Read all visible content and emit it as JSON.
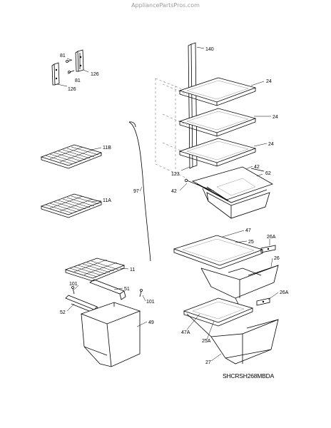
{
  "site": "AppliancePartsPros.com",
  "model_code": "SHCRSH268MBDA",
  "labels": {
    "l81a": "81",
    "l81b": "81",
    "l126a": "126",
    "l126b": "126",
    "l140": "140",
    "l24a": "24",
    "l24b": "24",
    "l24c": "24",
    "l11b": "11B",
    "l11a": "11A",
    "l97": "97",
    "l123": "123",
    "l42a": "42",
    "l42b": "42",
    "l62": "62",
    "l47": "47",
    "l25": "25",
    "l26a_top": "26A",
    "l26": "26",
    "l26a_bot": "26A",
    "l47a": "47A",
    "l25a": "25A",
    "l27": "27",
    "l11": "11",
    "l51": "51",
    "l101a": "101",
    "l101b": "101",
    "l52": "52",
    "l49": "49"
  }
}
